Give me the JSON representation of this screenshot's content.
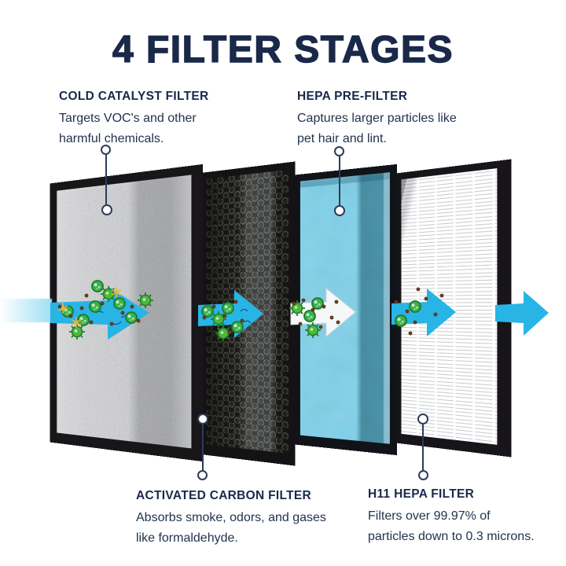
{
  "title": "4 FILTER STAGES",
  "callouts": [
    {
      "heading": "COLD CATALYST FILTER",
      "body_lines": [
        "Targets VOC's and other",
        "harmful chemicals."
      ],
      "position": "top-left"
    },
    {
      "heading": "HEPA PRE-FILTER",
      "body_lines": [
        "Captures larger particles like",
        "pet hair and lint."
      ],
      "position": "top-right"
    },
    {
      "heading": "ACTIVATED CARBON FILTER",
      "body_lines": [
        "Absorbs smoke, odors, and gases",
        "like formaldehyde."
      ],
      "position": "bottom-left"
    },
    {
      "heading": "H11 HEPA FILTER",
      "body_lines": [
        "Filters over 99.97% of",
        "particles down to 0.3 microns."
      ],
      "position": "bottom-right"
    }
  ],
  "flow_direction": "left-to-right",
  "colors": {
    "title_navy": "#1a2949",
    "airflow_blue": "#29b4e6",
    "particle_green": "#36b04a",
    "prefilter_blue": "#7fd0e9",
    "frame_black": "#1b181c"
  }
}
